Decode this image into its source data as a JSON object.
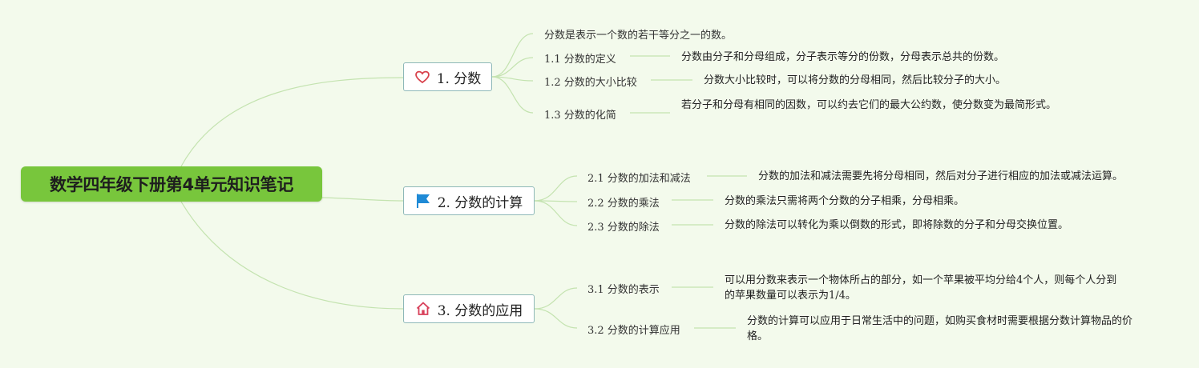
{
  "root": {
    "title": "数学四年级下册第4单元知识笔记"
  },
  "topics": [
    {
      "label": "1. 分数",
      "icon": "heart-icon",
      "intro": "分数是表示一个数的若干等分之一的数。",
      "subs": [
        {
          "label": "1.1 分数的定义",
          "desc": "分数由分子和分母组成，分子表示等分的份数，分母表示总共的份数。"
        },
        {
          "label": "1.2 分数的大小比较",
          "desc": "分数大小比较时，可以将分数的分母相同，然后比较分子的大小。"
        },
        {
          "label": "1.3 分数的化简",
          "desc": "若分子和分母有相同的因数，可以约去它们的最大公约数，使分数变为最简形式。"
        }
      ]
    },
    {
      "label": "2. 分数的计算",
      "icon": "flag-icon",
      "subs": [
        {
          "label": "2.1 分数的加法和减法",
          "desc": "分数的加法和减法需要先将分母相同，然后对分子进行相应的加法或减法运算。"
        },
        {
          "label": "2.2 分数的乘法",
          "desc": "分数的乘法只需将两个分数的分子相乘，分母相乘。"
        },
        {
          "label": "2.3 分数的除法",
          "desc": "分数的除法可以转化为乘以倒数的形式，即将除数的分子和分母交换位置。"
        }
      ]
    },
    {
      "label": "3. 分数的应用",
      "icon": "home-icon",
      "subs": [
        {
          "label": "3.1 分数的表示",
          "desc": "可以用分数来表示一个物体所占的部分，如一个苹果被平均分给4个人，则每个人分到的苹果数量可以表示为1/4。"
        },
        {
          "label": "3.2 分数的计算应用",
          "desc": "分数的计算可以应用于日常生活中的问题，如购买食材时需要根据分数计算物品的价格。"
        }
      ]
    }
  ],
  "colors": {
    "line": "#c4e3b0",
    "root_fill": "#78c63c",
    "topic_border": "#8eb8b8",
    "heart": "#d8404a",
    "flag": "#1f8ad6",
    "home": "#d8405a"
  }
}
